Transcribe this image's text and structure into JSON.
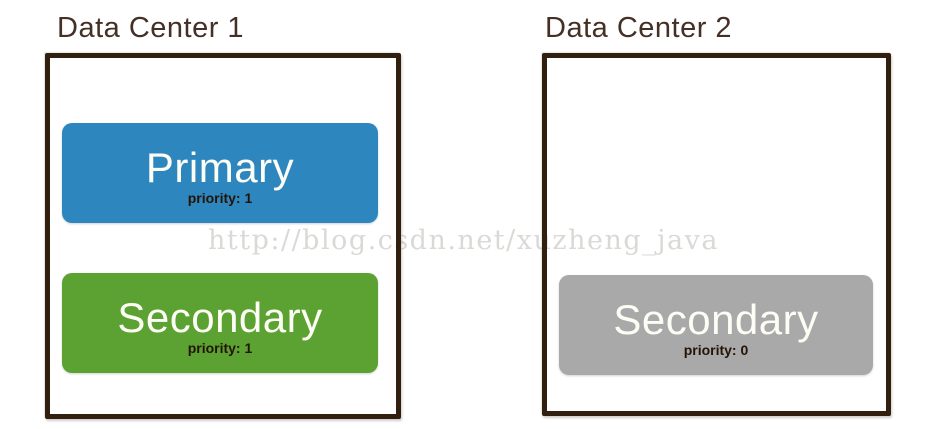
{
  "watermark": {
    "text": "http://blog.csdn.net/xuzheng_java",
    "color": "#d9d9d5"
  },
  "data_centers": [
    {
      "title": "Data Center 1",
      "nodes": [
        {
          "role": "Primary",
          "priority": "priority: 1",
          "color": "#2e86bf"
        },
        {
          "role": "Secondary",
          "priority": "priority: 1",
          "color": "#5ba233"
        }
      ]
    },
    {
      "title": "Data Center 2",
      "nodes": [
        {
          "role": "Secondary",
          "priority": "priority: 0",
          "color": "#a9a9a9"
        }
      ]
    }
  ],
  "colors": {
    "outline_border": "#31200f",
    "title_text": "#443026",
    "role_text": "#fdfdf5",
    "priority_text": "#231406",
    "primary_blue": "#2e86bf",
    "secondary_green": "#5ba233",
    "secondary_gray": "#a9a9a9"
  }
}
